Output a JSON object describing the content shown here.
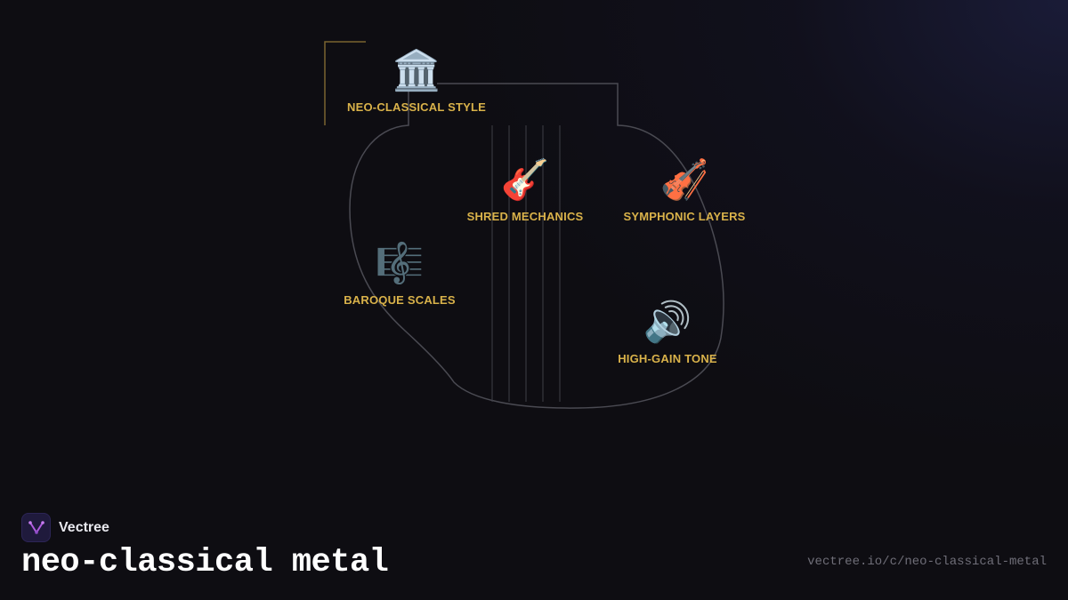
{
  "diagram": {
    "nodes": [
      {
        "id": "neo-classical-style",
        "emoji": "🏛️",
        "icon": "classical-building-icon",
        "label": "NEO-CLASSICAL STYLE"
      },
      {
        "id": "shred-mechanics",
        "emoji": "🎸",
        "icon": "guitar-icon",
        "label": "SHRED MECHANICS"
      },
      {
        "id": "symphonic-layers",
        "emoji": "🎻",
        "icon": "violin-icon",
        "label": "SYMPHONIC LAYERS"
      },
      {
        "id": "baroque-scales",
        "emoji": "🎼",
        "icon": "musical-score-icon",
        "label": "BAROQUE SCALES"
      },
      {
        "id": "high-gain-tone",
        "emoji": "🔊",
        "icon": "speaker-high-volume-icon",
        "label": "HIGH-GAIN TONE"
      }
    ],
    "colors": {
      "label": "#d9b24a",
      "accent_bracket": "#7a6530",
      "connector": "#4a4a52"
    }
  },
  "footer": {
    "brand_name": "Vectree",
    "title": "neo-classical metal",
    "url": "vectree.io/c/neo-classical-metal"
  },
  "colors": {
    "background": "#0e0d12",
    "logo_bg": "#1f1a3c",
    "logo_mark": "#b05ce0"
  }
}
